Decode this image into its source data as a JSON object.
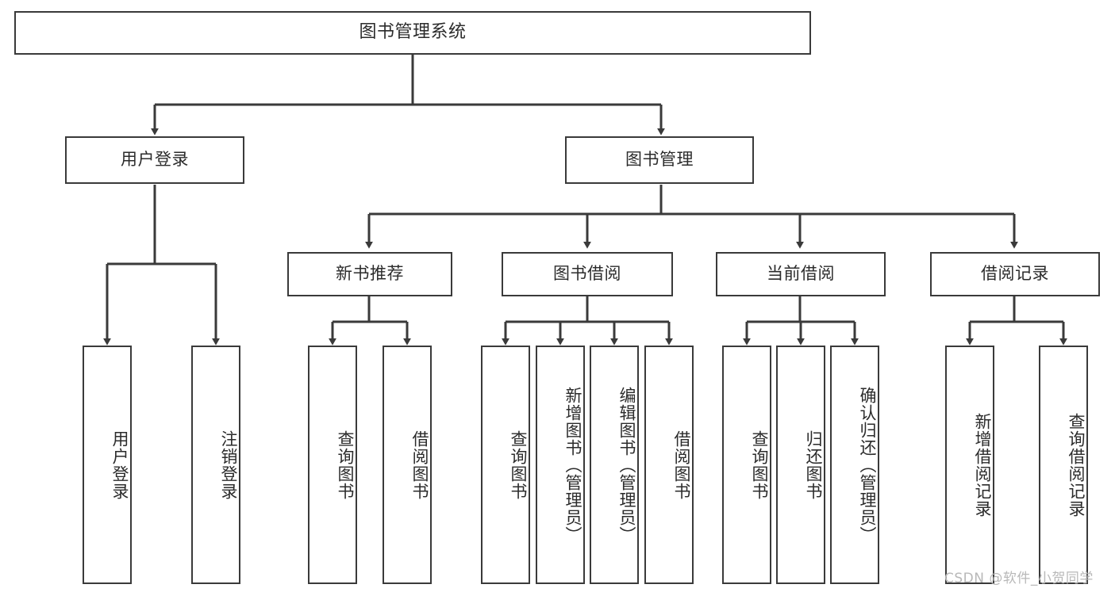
{
  "diagram": {
    "title": "图书管理系统",
    "type": "tree",
    "orientation": "top-down",
    "stroke_color": "#3a3a3a",
    "text_color": "#2b2b2b",
    "background_color": "#ffffff"
  },
  "root": {
    "label": "图书管理系统"
  },
  "level2": [
    {
      "label": "用户登录"
    },
    {
      "label": "图书管理"
    }
  ],
  "level3": [
    {
      "label": "新书推荐"
    },
    {
      "label": "图书借阅"
    },
    {
      "label": "当前借阅"
    },
    {
      "label": "借阅记录"
    }
  ],
  "leaves": {
    "user_login": [
      {
        "label": "用户登录"
      },
      {
        "label": "注销登录"
      }
    ],
    "new_book": [
      {
        "label": "查询图书"
      },
      {
        "label": "借阅图书"
      }
    ],
    "borrow_book": [
      {
        "label": "查询图书"
      },
      {
        "label": "新增图书（管理员）"
      },
      {
        "label": "编辑图书（管理员）"
      },
      {
        "label": "借阅图书"
      }
    ],
    "current_borrow": [
      {
        "label": "查询图书"
      },
      {
        "label": "归还图书"
      },
      {
        "label": "确认归还（管理员）"
      }
    ],
    "borrow_record": [
      {
        "label": "新增借阅记录"
      },
      {
        "label": "查询借阅记录"
      }
    ]
  },
  "watermark": {
    "text": "CSDN @软件_小贺同学"
  }
}
